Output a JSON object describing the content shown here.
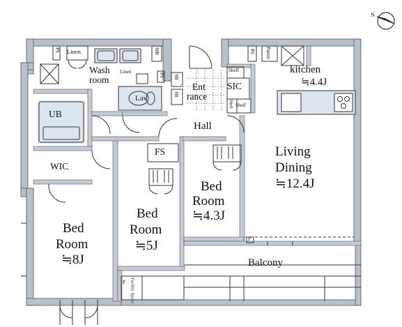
{
  "floorplan": {
    "rooms": {
      "kitchen": {
        "name": "kitchen",
        "size": "≒4.4J"
      },
      "living": {
        "name_line1": "Living",
        "name_line2": "Dining",
        "size": "≒12.4J"
      },
      "bed1": {
        "name_line1": "Bed",
        "name_line2": "Room",
        "size": "≒8J"
      },
      "bed2": {
        "name_line1": "Bed",
        "name_line2": "Room",
        "size": "≒5J"
      },
      "bed3": {
        "name_line1": "Bed",
        "name_line2": "Room",
        "size": "≒4.3J"
      },
      "balcony": "Balcony",
      "hall": "Hall",
      "entrance_line1": "Ent",
      "entrance_line2": "rance",
      "wash_line1": "Wash",
      "wash_line2": "room",
      "ub": "UB",
      "wic": "WIC",
      "sic": "SIC",
      "fs": "FS",
      "lav": "Lav"
    },
    "small_labels": {
      "linen_top": "Linen",
      "linen_wash": "Linen",
      "ps_left": "PS",
      "ps_mid": "PS",
      "ps_kitchen": "PS",
      "mb": "MB",
      "sb_1": "SB",
      "sb_2": "SB",
      "pantry": "Pantry",
      "shelf_top": "Shelf",
      "shelf_left": "Shelf",
      "shelf_right": "Shelf",
      "facility_space": "Facility Space",
      "p_living": "P",
      "p_facility": "P"
    },
    "compass": {
      "label": "N"
    }
  }
}
